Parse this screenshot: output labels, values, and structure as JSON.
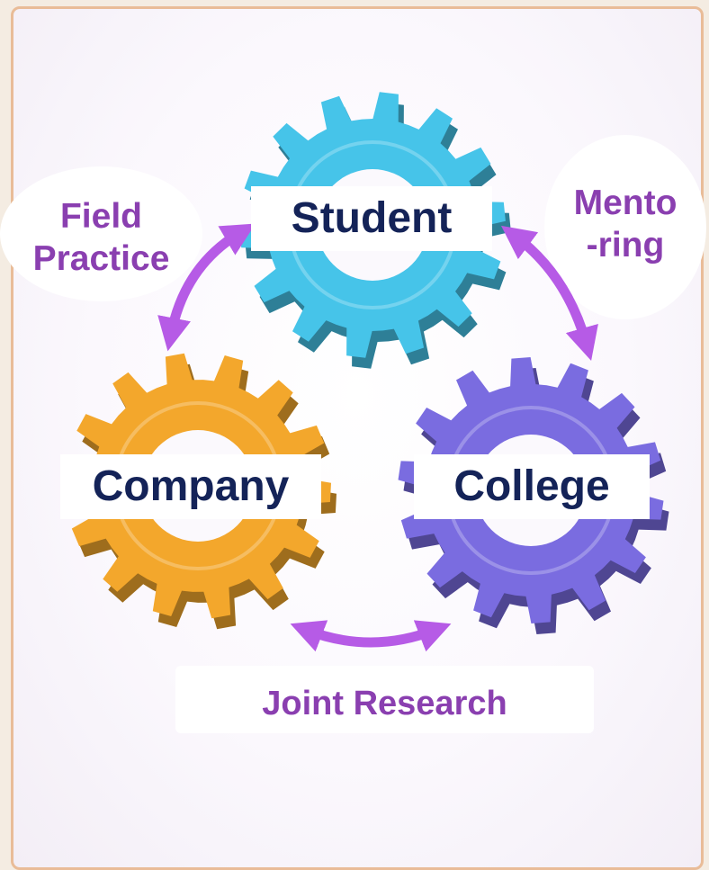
{
  "gears": {
    "student": {
      "label": "Student",
      "color": "#46c4e9"
    },
    "company": {
      "label": "Company",
      "color": "#f3a72c"
    },
    "college": {
      "label": "College",
      "color": "#7a6ce0"
    }
  },
  "relations": {
    "field_practice": {
      "line1": "Field",
      "line2": "Practice"
    },
    "mentoring": {
      "line1": "Mento",
      "line2": "-ring"
    },
    "joint_research": {
      "label": "Joint Research"
    }
  },
  "colors": {
    "label_text": "#142358",
    "relation_text": "#8a3fb0",
    "arrow": "#b65be6",
    "frame_border": "#e9bc98"
  }
}
